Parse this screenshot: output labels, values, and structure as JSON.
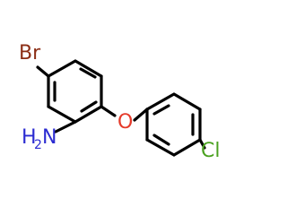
{
  "molecule": {
    "atoms": {
      "bromine": {
        "symbol": "Br",
        "color": "#8b2d14"
      },
      "amine": {
        "symbol": "H",
        "subscript": "2",
        "suffix": "N",
        "color": "#2b2bd1"
      },
      "oxygen": {
        "symbol": "O",
        "color": "#e53a2a"
      },
      "chlorine": {
        "symbol": "Cl",
        "color": "#4aa11f"
      }
    },
    "bond_color": "#000000"
  }
}
